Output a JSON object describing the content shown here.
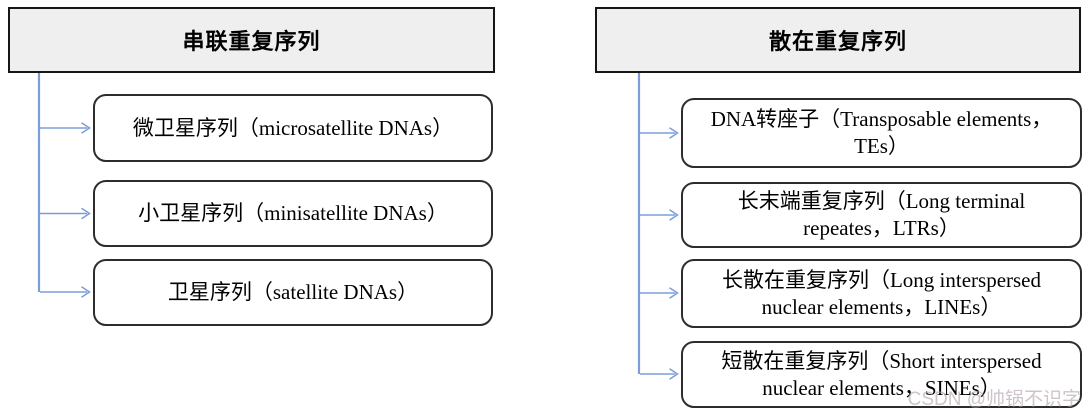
{
  "left_tree": {
    "header": "串联重复序列",
    "children": [
      {
        "lines": [
          "微卫星序列（microsatellite DNAs）"
        ]
      },
      {
        "lines": [
          "小卫星序列（minisatellite DNAs）"
        ]
      },
      {
        "lines": [
          "卫星序列（satellite DNAs）"
        ]
      }
    ]
  },
  "right_tree": {
    "header": "散在重复序列",
    "children": [
      {
        "lines": [
          "DNA转座子（Transposable elements，",
          "TEs）"
        ]
      },
      {
        "lines": [
          "长末端重复序列（Long terminal",
          "repeates，LTRs）"
        ]
      },
      {
        "lines": [
          "长散在重复序列（Long interspersed",
          "nuclear elements，LINEs）"
        ]
      },
      {
        "lines": [
          "短散在重复序列（Short interspersed",
          "nuclear elements，SINEs）"
        ]
      }
    ]
  },
  "watermark": {
    "text": "CSDN @帅锅不识字"
  },
  "colors": {
    "connector_blue": "#7d9dd8",
    "header_fill": "#efefef",
    "header_border": "#161616",
    "child_border": "#2d2d2d",
    "watermark": "#d2c3cd",
    "text": "#000000"
  }
}
